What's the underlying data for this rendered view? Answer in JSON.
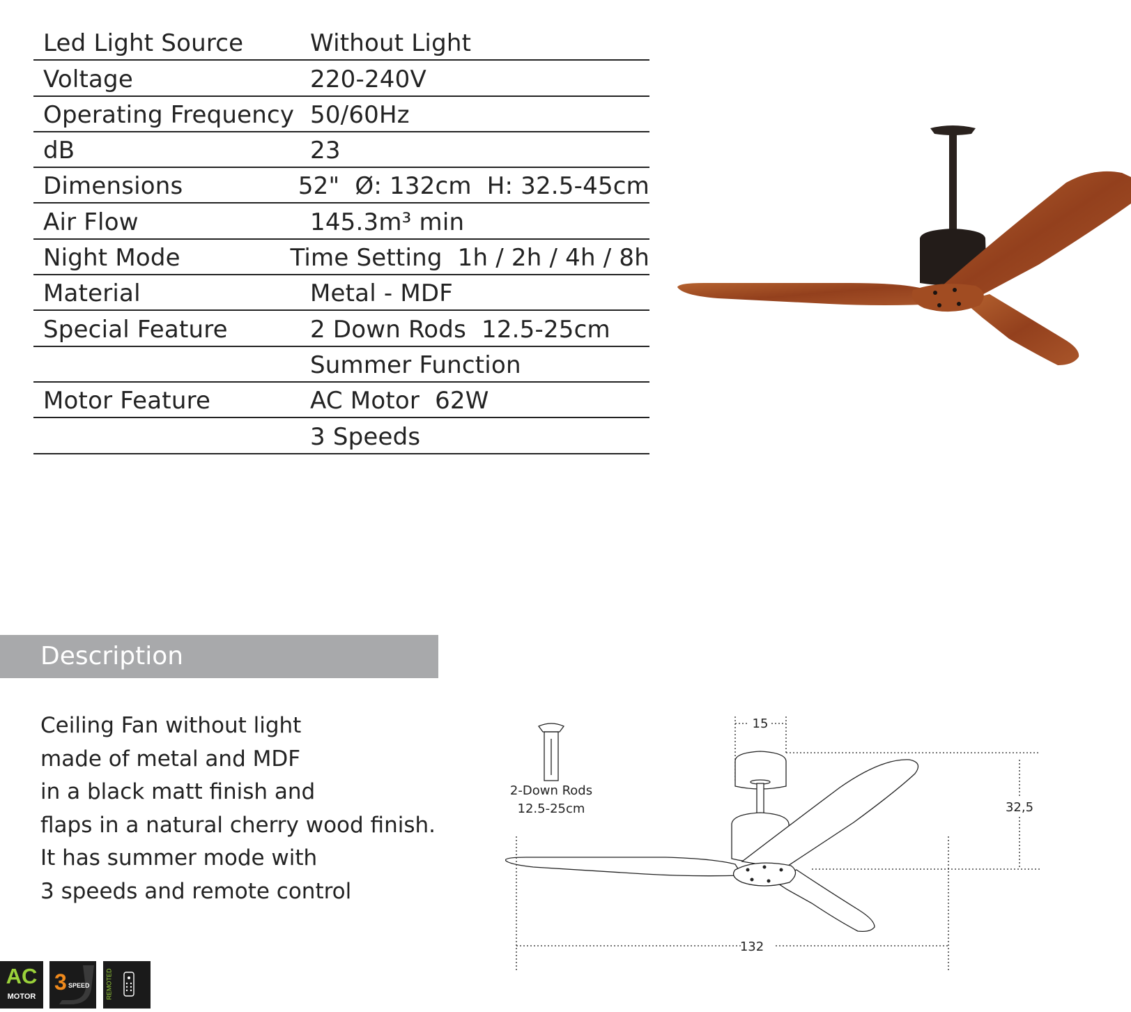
{
  "specs": {
    "rows": [
      {
        "label": "Led Light Source",
        "value": "Without Light"
      },
      {
        "label": "Voltage",
        "value": "220-240V"
      },
      {
        "label": "Operating Frequency",
        "value": "50/60Hz"
      },
      {
        "label": "dB",
        "value": "23"
      },
      {
        "label": "Dimensions",
        "value": "52\"  Ø: 132cm  H: 32.5-45cm"
      },
      {
        "label": "Air Flow",
        "value": "145.3m³ min"
      },
      {
        "label": "Night Mode",
        "value": "Time Setting  1h / 2h / 4h / 8h"
      },
      {
        "label": "Material",
        "value": "Metal - MDF"
      },
      {
        "label": "Special Feature",
        "value": "2 Down Rods  12.5-25cm"
      },
      {
        "label": "",
        "value": "Summer Function"
      },
      {
        "label": "Motor Feature",
        "value": "AC Motor  62W"
      },
      {
        "label": "",
        "value": "3 Speeds"
      }
    ]
  },
  "description": {
    "heading": "Description",
    "lines": [
      "Ceiling Fan without light",
      "made of metal and MDF",
      "in a black matt finish and",
      "flaps in a natural cherry wood finish.",
      "It has summer mode with",
      "3 speeds and remote control"
    ]
  },
  "diagram": {
    "rods_label": "2-Down Rods",
    "rods_length": "12.5-25cm",
    "canopy_width": "15",
    "height": "32,5",
    "diameter": "132"
  },
  "badges": {
    "ac_big": "AC",
    "ac_small": "MOTOR",
    "speed_number": "3",
    "speed_word": "SPEED",
    "remote_word": "REMOTED"
  },
  "colors": {
    "wood": "#9c4a22",
    "metal": "#2a221e",
    "header_bar": "#a8a9ab",
    "badge_green": "#9bd23a",
    "badge_orange": "#f08a1c"
  }
}
